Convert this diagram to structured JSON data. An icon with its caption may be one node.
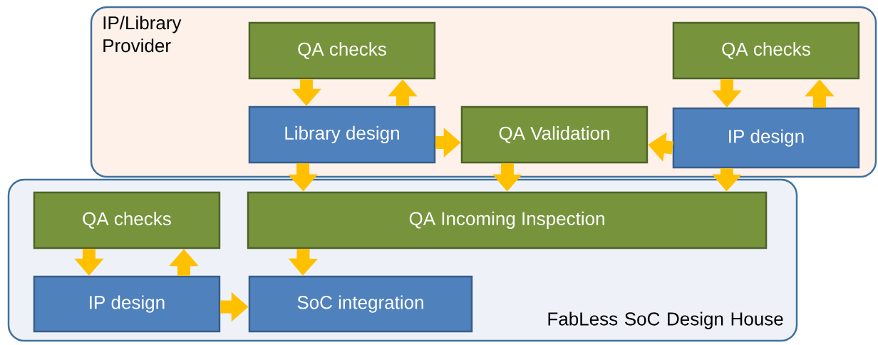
{
  "diagram": {
    "nodes": [
      {
        "text": [
          "IP/Library Provider"
        ]
      },
      {
        "text": [
          "QA checks"
        ],
        "in": 0
      },
      {
        "text": [
          "Library design"
        ],
        "in": 0
      },
      {
        "text": [
          "QA Validation"
        ],
        "in": 0
      },
      {
        "text": [
          "QA checks"
        ],
        "in": 0
      },
      {
        "text": [
          "IP design"
        ],
        "in": 0
      },
      {
        "text": [
          "FabLess SoC Design House"
        ]
      },
      {
        "text": [
          "QA checks"
        ],
        "in": 6
      },
      {
        "text": [
          "QA Incoming Inspection"
        ],
        "in": 6
      },
      {
        "text": [
          "IP design"
        ],
        "in": 6
      },
      {
        "text": [
          "SoC integration"
        ],
        "in": 6
      }
    ],
    "edges": [
      {
        "from": 1,
        "to": 2,
        "arrow": "to"
      },
      {
        "from": 2,
        "to": 1,
        "arrow": "to"
      },
      {
        "from": 2,
        "to": 3,
        "arrow": "to"
      },
      {
        "from": 5,
        "to": 3,
        "arrow": "to"
      },
      {
        "from": 4,
        "to": 5,
        "arrow": "to"
      },
      {
        "from": 5,
        "to": 4,
        "arrow": "to"
      },
      {
        "from": 2,
        "to": 8,
        "arrow": "to"
      },
      {
        "from": 3,
        "to": 8,
        "arrow": "to"
      },
      {
        "from": 5,
        "to": 8,
        "arrow": "to"
      },
      {
        "from": 8,
        "to": 10,
        "arrow": "to"
      },
      {
        "from": 7,
        "to": 9,
        "arrow": "to"
      },
      {
        "from": 9,
        "to": 7,
        "arrow": "to"
      },
      {
        "from": 9,
        "to": 10,
        "arrow": "to"
      }
    ]
  }
}
